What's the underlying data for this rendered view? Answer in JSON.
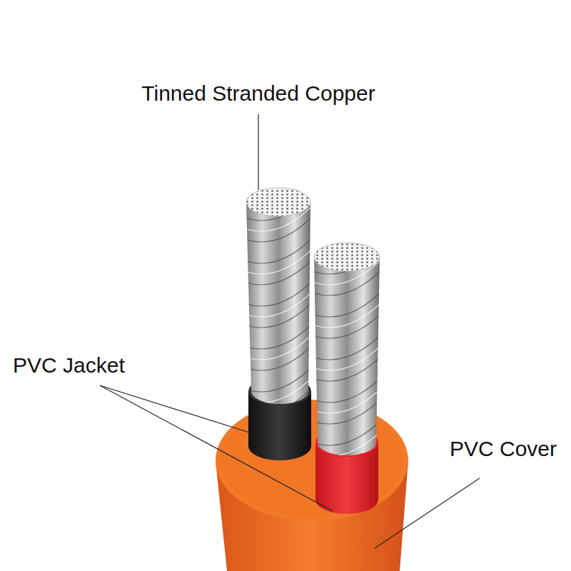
{
  "diagram": {
    "labels": [
      "Tinned Stranded Copper",
      "PVC Jacket",
      "PVC Cover"
    ]
  }
}
